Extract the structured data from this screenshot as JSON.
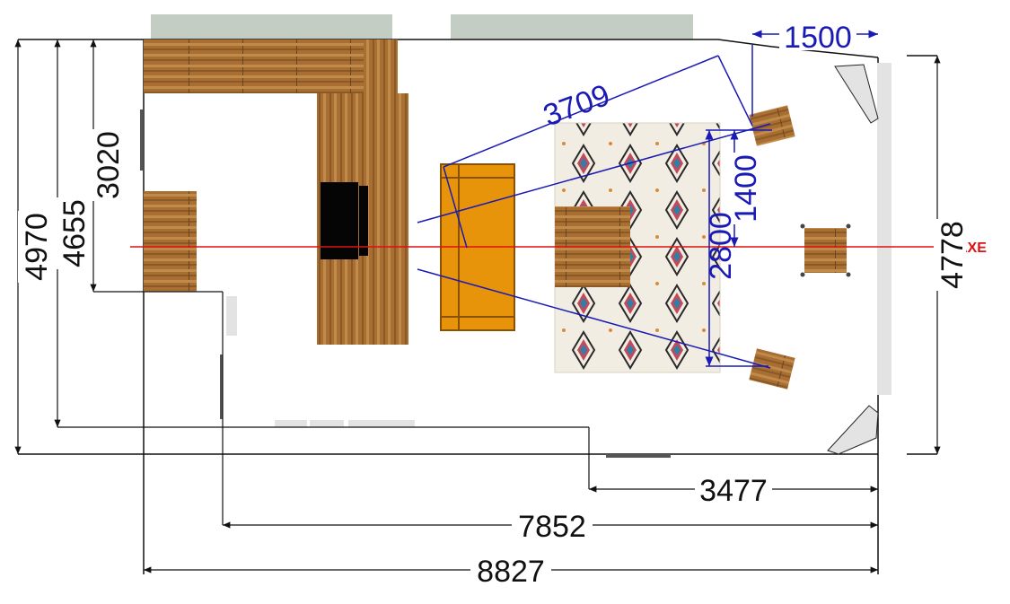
{
  "colors": {
    "wall": "#111111",
    "dimension_blue": "#1a1ab4",
    "axis_red": "#dd1111",
    "sofa": "#e8940a",
    "window": "#c3cdc3",
    "wood_dark": "#8a5a26",
    "wood_light": "#c08a4a",
    "rug": "#f1ede3",
    "screen": "#e3e3e3"
  },
  "axis": {
    "label": "AXE"
  },
  "dimensions": {
    "overall_width": "4970",
    "room_width_4655": "4655",
    "alcove_depth": "3020",
    "right_wall_width": "4778",
    "seat_span_3477": "3477",
    "length_7852": "7852",
    "total_length": "8827",
    "offset_1500": "1500",
    "diagonal_3709": "3709",
    "half_spacing_1400": "1400",
    "spacing_2800": "2800"
  },
  "elements": {
    "sofa": "sofa",
    "rug": "berber-rug",
    "coffee_table": "coffee-table",
    "center_speaker": "center-speaker",
    "tv": "tv-screen",
    "screen": "projection-screen",
    "left_speaker": "surround-left",
    "right_speaker": "surround-right"
  }
}
